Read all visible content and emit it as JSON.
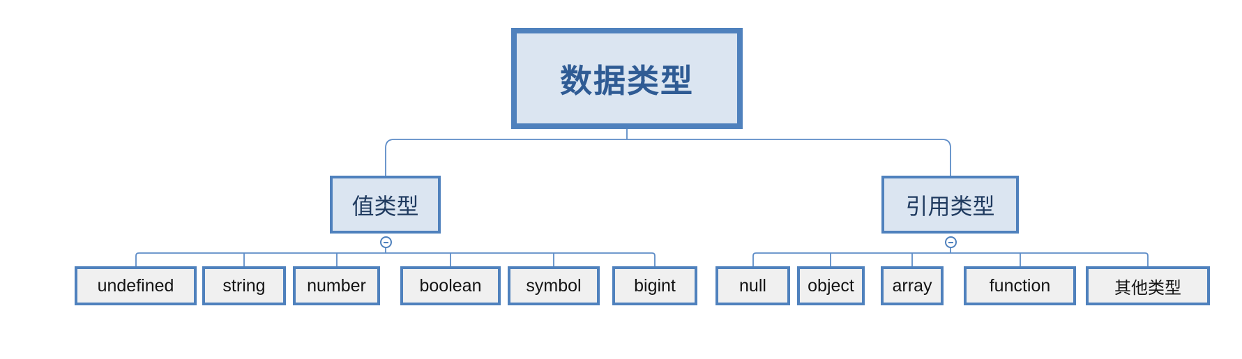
{
  "colors": {
    "node_border": "#4f81bd",
    "node_fill_blue": "#dbe5f1",
    "leaf_fill": "#f0f0f0",
    "line": "#5d8cc7",
    "root_text": "#2f5b94",
    "branch_text": "#1f3a5f",
    "leaf_text": "#141414",
    "canvas_bg": "#ffffff"
  },
  "root": {
    "label": "数据类型"
  },
  "branches": [
    {
      "label": "值类型",
      "collapse_icon": "minus-circle-icon",
      "children": [
        {
          "label": "undefined"
        },
        {
          "label": "string"
        },
        {
          "label": "number"
        },
        {
          "label": "boolean"
        },
        {
          "label": "symbol"
        },
        {
          "label": "bigint"
        }
      ]
    },
    {
      "label": "引用类型",
      "collapse_icon": "minus-circle-icon",
      "children": [
        {
          "label": "null"
        },
        {
          "label": "object"
        },
        {
          "label": "array"
        },
        {
          "label": "function"
        },
        {
          "label": "其他类型"
        }
      ]
    }
  ]
}
